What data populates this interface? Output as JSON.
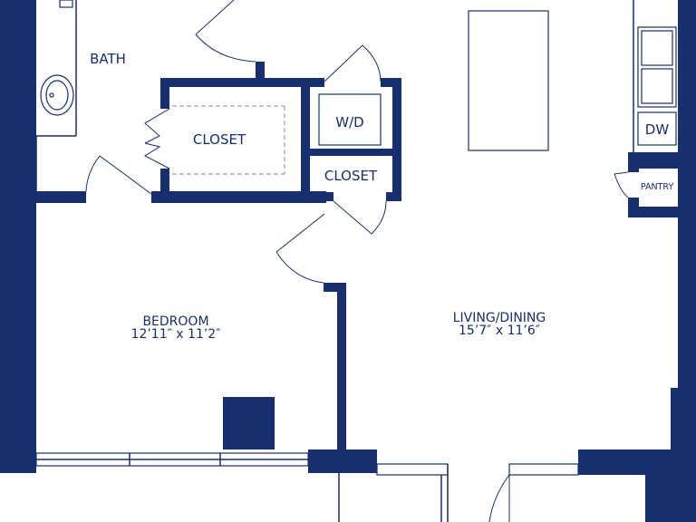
{
  "rooms": {
    "bath": "BATH",
    "closet_main": "CLOSET",
    "washer_dryer": "W/D",
    "closet_small": "CLOSET",
    "dishwasher": "DW",
    "pantry": "PANTRY",
    "bedroom": {
      "name": "BEDROOM",
      "dims": "12’11″ x 11’2″"
    },
    "living": {
      "name": "LIVING/DINING",
      "dims": "15’7″ x 11’6″"
    }
  },
  "colors": {
    "wall": "#172e6f",
    "background": "#ffffff"
  }
}
